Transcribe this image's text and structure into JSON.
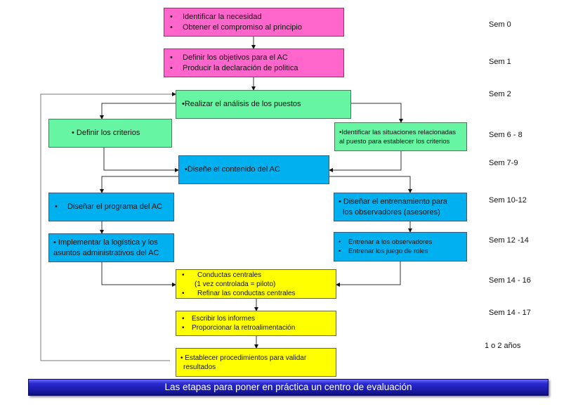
{
  "title": "Las etapas para poner en práctica un centro de evaluación",
  "colors": {
    "stage_pink": "#ff66cc",
    "stage_green": "#66f5a3",
    "stage_blue": "#00b0ef",
    "stage_yellow": "#ffff00",
    "banner": "#1a1aa8"
  },
  "boxes": {
    "b1": {
      "lines": [
        "Identificar la necesidad",
        "Obtener el compromiso al principio"
      ]
    },
    "b2": {
      "lines": [
        "Definir los objetivos para el AC",
        "Producir la declaración de politica"
      ]
    },
    "b3": {
      "lines": [
        "•Realizar el análisis de los  puestos"
      ]
    },
    "b4": {
      "lines": [
        "• Definir los criterios"
      ]
    },
    "b5": {
      "lines": [
        "•Identificar las situaciones relacionadas",
        "al puesto para establecer los criterios"
      ]
    },
    "b6": {
      "lines": [
        "•Diseñe el contenido del AC"
      ]
    },
    "b7": {
      "lines": [
        "Diseñar el programa del  AC"
      ]
    },
    "b8": {
      "lines": [
        "• Implementar  la logística  y los",
        "asuntos administrativos del AC"
      ]
    },
    "b9": {
      "lines": [
        "• Diseñar el entrenamiento  para",
        "los  observadores (asesores)"
      ]
    },
    "b10": {
      "lines": [
        "Entrenar a los observadores",
        "Entrenar los juego de roles"
      ]
    },
    "b11": {
      "lines": [
        "Conductas centrales",
        "(1 vez controlada  = piloto)",
        "Refinar las conductas centrales"
      ]
    },
    "b12": {
      "lines": [
        "Escribir  los informes",
        "Proporcionar la retroalimentación"
      ]
    },
    "b13": {
      "lines": [
        "• Establecer procedimientos para   validar",
        "resultados"
      ]
    }
  },
  "bullet": "•",
  "weeks": [
    "Sem 0",
    "Sem 1",
    "Sem 2",
    "Sem  6 - 8",
    "Sem 7-9",
    "Sem 10-12",
    "Sem 12 -14",
    "Sem 14 - 16",
    "Sem 14 - 17",
    "1 o 2 años"
  ]
}
